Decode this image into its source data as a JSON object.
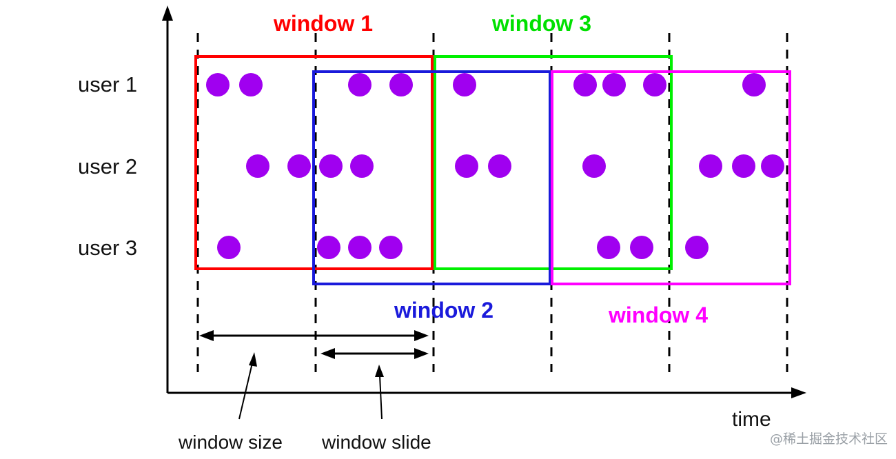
{
  "diagram": {
    "axis_x_label": "time",
    "rows": [
      "user 1",
      "user 2",
      "user 3"
    ],
    "windows": [
      {
        "label": "window 1",
        "color": "#ff0000"
      },
      {
        "label": "window 2",
        "color": "#1a1adb"
      },
      {
        "label": "window 3",
        "color": "#00f000"
      },
      {
        "label": "window 4",
        "color": "#ff00ff"
      }
    ],
    "annotations": {
      "size_label": "window size",
      "slide_label": "window slide"
    },
    "event_color": "#a000f0",
    "watermark": "@稀土掘金技术社区"
  }
}
